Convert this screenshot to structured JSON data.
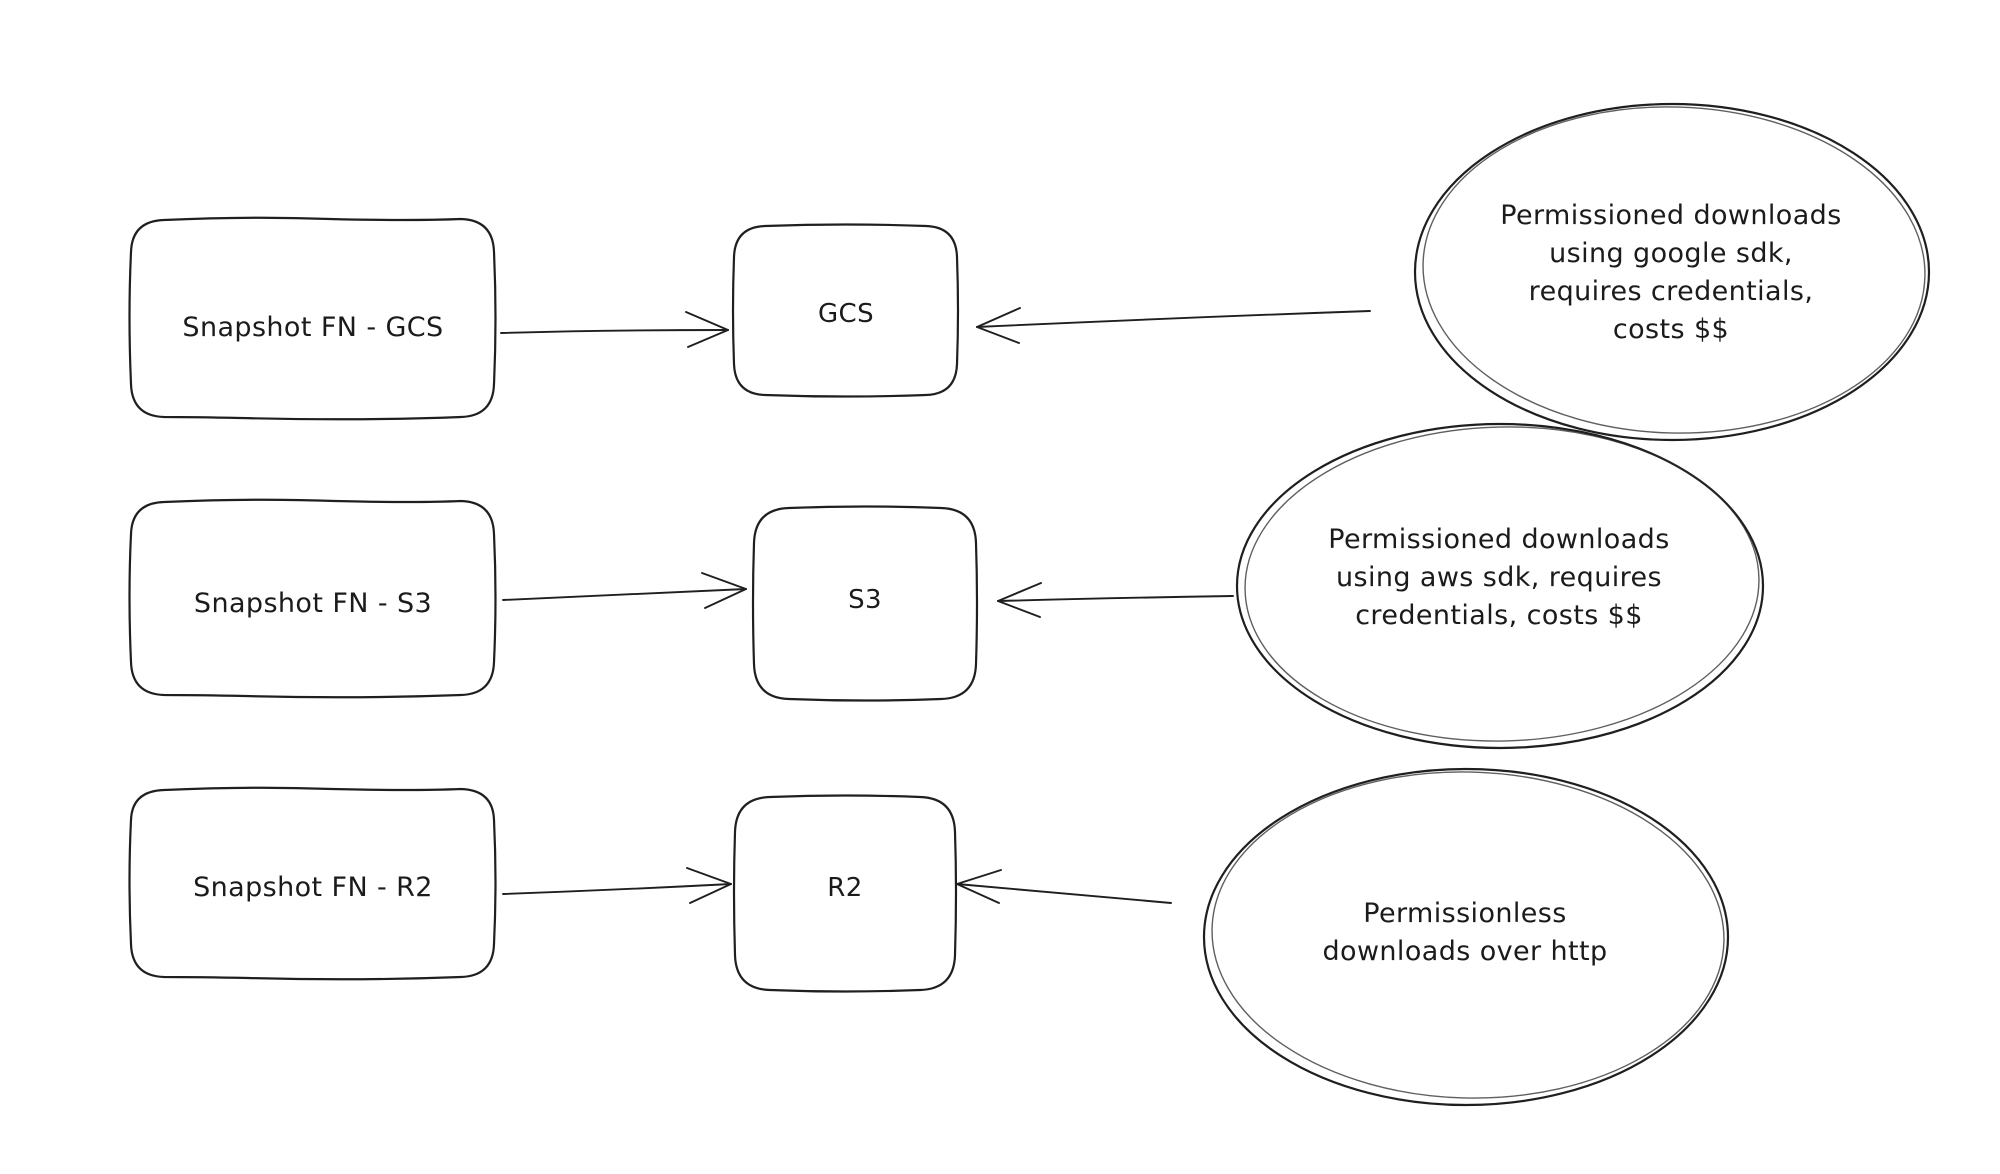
{
  "canvas": {
    "background_color": "#ffffff",
    "stroke_color": "#1f1f1f"
  },
  "diagram": {
    "rows": [
      {
        "id": "gcs",
        "source": {
          "label": "Snapshot FN - GCS"
        },
        "target": {
          "label": "GCS"
        },
        "note": {
          "lines": [
            "Permissioned downloads",
            "using google sdk,",
            "requires credentials,",
            "costs $$"
          ]
        }
      },
      {
        "id": "s3",
        "source": {
          "label": "Snapshot FN - S3"
        },
        "target": {
          "label": "S3"
        },
        "note": {
          "lines": [
            "Permissioned downloads",
            "using aws sdk, requires",
            "credentials, costs $$"
          ]
        }
      },
      {
        "id": "r2",
        "source": {
          "label": "Snapshot FN - R2"
        },
        "target": {
          "label": "R2"
        },
        "note": {
          "lines": [
            "Permissionless",
            "downloads over http"
          ]
        }
      }
    ]
  }
}
